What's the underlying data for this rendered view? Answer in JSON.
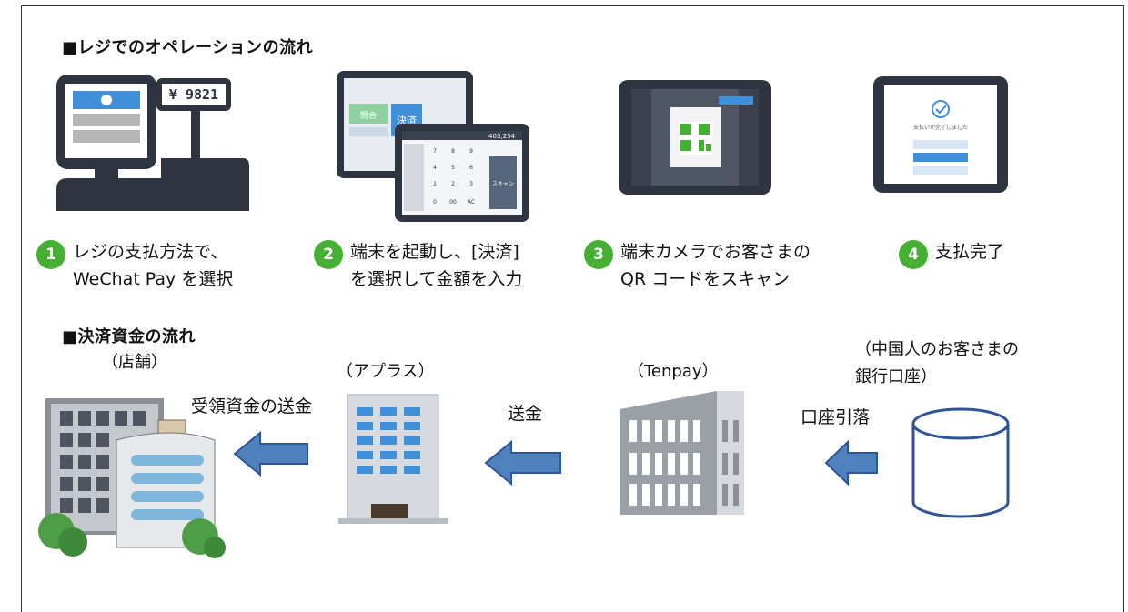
{
  "operation": {
    "heading": "■レジでのオペレーションの流れ",
    "register_price": "¥ 9821",
    "tablet_menu": [
      "問合",
      "決済"
    ],
    "pad_amount": "403,254",
    "pad_keys": [
      "7",
      "8",
      "9",
      "4",
      "5",
      "6",
      "1",
      "2",
      "3",
      "0",
      "00",
      "AC"
    ],
    "pad_scan": "スキャン",
    "complete_msg": "支払いが完了しました",
    "steps": [
      {
        "num": "1",
        "text": "レジの支払方法で、\nWeChat Pay を選択"
      },
      {
        "num": "2",
        "text": "端末を起動し、[決済]\nを選択して金額を入力"
      },
      {
        "num": "3",
        "text": "端末カメラでお客さまの\nQR コードをスキャン"
      },
      {
        "num": "4",
        "text": "支払完了"
      }
    ]
  },
  "funds": {
    "heading": "■決済資金の流れ",
    "entities": {
      "store": "（店舗）",
      "aplus": "（アプラス）",
      "tenpay": "（Tenpay）",
      "customer": "（中国人のお客さまの\n銀行口座）"
    },
    "flows": {
      "to_store": "受領資金の送金",
      "to_aplus": "送金",
      "debit": "口座引落"
    }
  },
  "colors": {
    "step_green": "#45b033",
    "arrow_blue": "#4f81bd",
    "arrow_border": "#2f5597",
    "cylinder": "#2f5597",
    "device_dark": "#2e3440"
  }
}
